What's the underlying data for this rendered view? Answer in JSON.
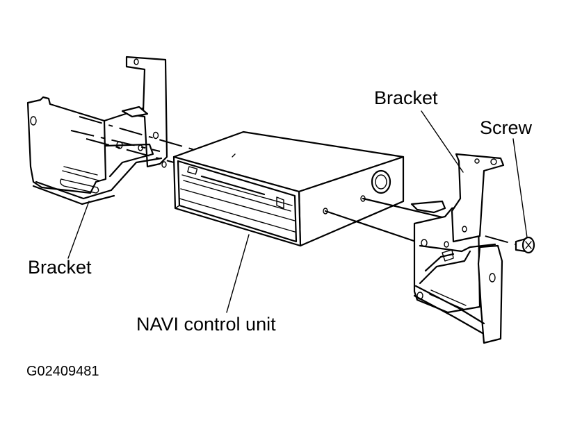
{
  "labels": {
    "bracket_left": "Bracket",
    "bracket_right": "Bracket",
    "screw": "Screw",
    "navi_unit": "NAVI control unit",
    "figure_code": "G02409481"
  }
}
